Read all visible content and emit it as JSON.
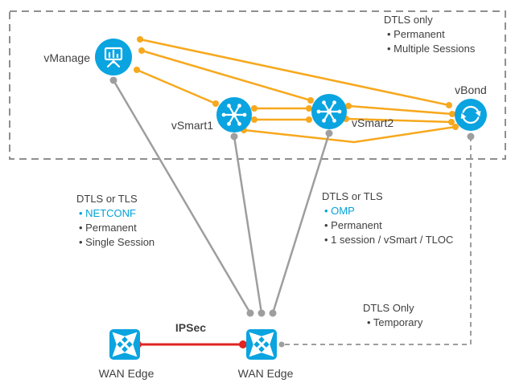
{
  "nodes": {
    "vmanage": {
      "label": "vManage",
      "icon": "dashboard-chart-icon"
    },
    "vsmart1": {
      "label": "vSmart1",
      "icon": "hub-spoke-icon"
    },
    "vsmart2": {
      "label": "vSmart2",
      "icon": "hub-spoke-icon"
    },
    "vbond": {
      "label": "vBond",
      "icon": "sync-arrows-icon"
    },
    "wan_edge_left": {
      "label": "WAN Edge",
      "icon": "router-arrows-icon"
    },
    "wan_edge_right": {
      "label": "WAN Edge",
      "icon": "router-arrows-icon"
    }
  },
  "links": {
    "ipsec_label": "IPSec"
  },
  "annotations": {
    "top_right": {
      "title": "DTLS only",
      "bullets": [
        "•  Permanent",
        "•  Multiple Sessions"
      ]
    },
    "left": {
      "title": "DTLS or TLS",
      "bullets": [
        "•  NETCONF",
        "•  Permanent",
        "•  Single Session"
      ]
    },
    "mid_right": {
      "title": "DTLS or TLS",
      "bullets": [
        "•  OMP",
        "•  Permanent",
        "•  1 session / vSmart / TLOC"
      ]
    },
    "bottom_right": {
      "title": "DTLS Only",
      "bullets": [
        "•  Temporary"
      ]
    }
  },
  "colors": {
    "control_link_orange": "#F7A81D",
    "overlay_link_gray": "#9E9E9E",
    "ipsec_red": "#E02420",
    "node_blue": "#0AA4E0",
    "accent_text_blue": "#00A3D9"
  }
}
